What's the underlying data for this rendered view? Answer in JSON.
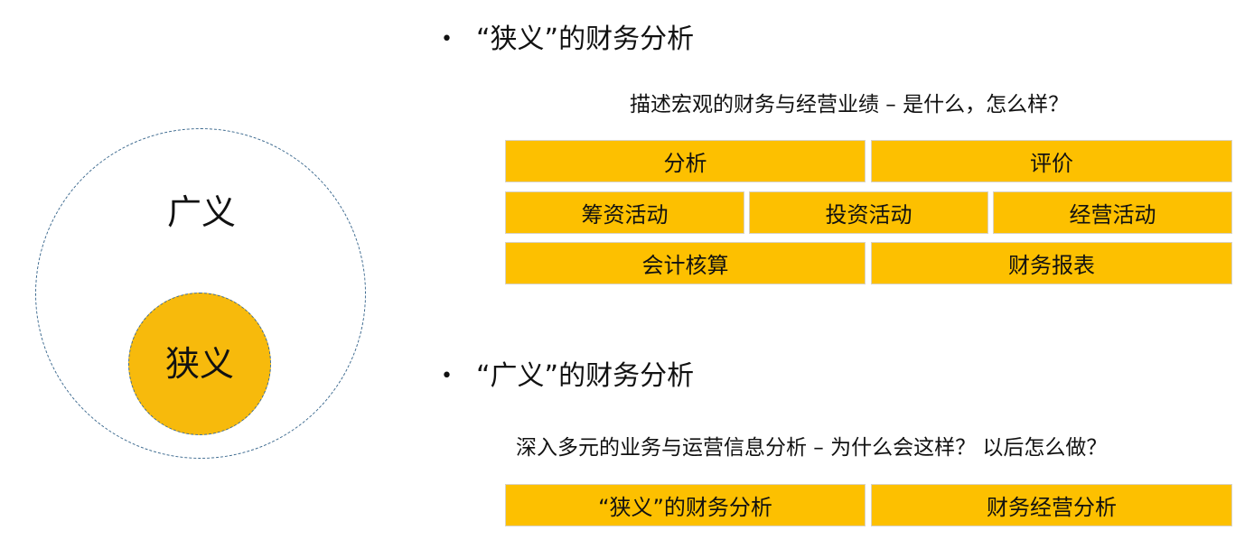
{
  "diagram": {
    "outer_label": "广义",
    "inner_label": "狭义"
  },
  "section_narrow": {
    "bullet": "•",
    "title": "“狭义”的财务分析",
    "subtitle": "描述宏观的财务与经营业绩 – 是什么，怎么样？",
    "rows": [
      [
        "分析",
        "评价"
      ],
      [
        "筹资活动",
        "投资活动",
        "经营活动"
      ],
      [
        "会计核算",
        "财务报表"
      ]
    ]
  },
  "section_broad": {
    "bullet": "•",
    "title": "“广义”的财务分析",
    "subtitle": "深入多元的业务与运营信息分析 – 为什么会这样？ 以后怎么做？",
    "rows": [
      [
        "“狭义”的财务分析",
        "财务经营分析"
      ]
    ]
  },
  "colors": {
    "box_fill": "#fdc000",
    "inner_circle_fill": "#f7ba0c",
    "circle_border": "#3d6a8f"
  }
}
